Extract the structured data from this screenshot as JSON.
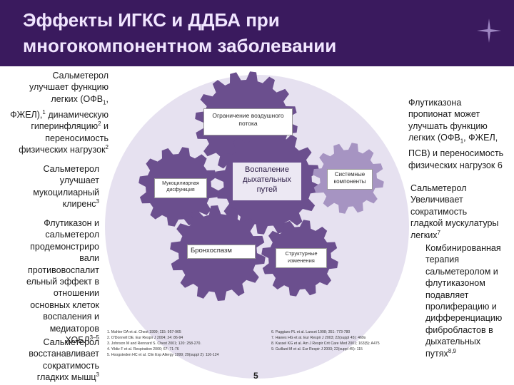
{
  "slide": {
    "title_line1": "Эффекты ИГКС и ДДБА при",
    "title_line2": "многокомпонентном заболевании",
    "accent_colors": {
      "header_bg": "#3a1a5e",
      "circle": "#e6e1f0",
      "gear_dark": "#6b4f8e",
      "gear_light": "#a694c2"
    },
    "icon": "sparkle-icon"
  },
  "left": {
    "block1": [
      "Сальметерол",
      "улучшает функцию",
      "легких (ОФВ",
      "ФЖЕЛ),",
      "динамическую",
      "гиперинфляцию",
      "и",
      "переносимость",
      "физических нагрузок"
    ],
    "block1_sup": [
      "1",
      "1",
      "2",
      "2"
    ],
    "block1_sub": "1",
    "block2": [
      "Сальметерол",
      "улучшает",
      "мукоцилиарный",
      "клиренс"
    ],
    "block2_sup": "3",
    "block3": [
      "Флутиказон и",
      "сальметерол",
      "продемонстриро",
      "вали",
      "противовоспалит",
      "ельный эффект в",
      "отношении",
      "основных клеток",
      "воспаления и",
      "медиаторов",
      "ХОБЛ"
    ],
    "block3_sup": "3–5",
    "block4": [
      "Сальметерол",
      "восстанавливает",
      "сократимость",
      "гладких мышц"
    ],
    "block4_sup": "3"
  },
  "right": {
    "block1": [
      "Флутиказона",
      "пропионат может",
      "улучшать функцию",
      "легких (ОФВ",
      ", ФЖЕЛ,",
      "ПСВ) и переносимость",
      "физических нагрузок 6"
    ],
    "block1_sub": "1",
    "block2": [
      "Сальметерол",
      "Увеличивает",
      "сократимость",
      "гладкой мускулатуры",
      "легких"
    ],
    "block2_sup": "7",
    "block3": [
      "Комбинированная",
      "терапия",
      "сальметеролом и",
      "флутиказоном",
      "подавляет",
      "пролиферацию и",
      "дифференциацию",
      "фибробластов в",
      "дыхательных",
      "путях"
    ],
    "block3_sup": "8,9"
  },
  "gears": {
    "airflow": "Ограничение воздушного потока",
    "inflammation": "Воспаление дыхательных путей",
    "systemic": "Системные компоненты",
    "mucociliary": "Мукоцилиарная дисфункция",
    "bronchospasm": "Бронхоспазм",
    "structural": "Структурные изменения"
  },
  "references": {
    "left": [
      "1.  Mahler DA et al. Chest 1999; 115: 957-965",
      "2.  O'Donnell DE. Eur Respir J 2004; 24: 86-94",
      "3.  Johnson M and Rennard S. Chest 2001; 120: 258-270.",
      "4.  Yildiz F et al. Respiration 2000; 67: 71-76",
      "5.  Hoogsteden HC et al. Clin Exp Allergy 1999; 29(suppl 2): 116-124"
    ],
    "right": [
      "6.  Paggiaro PL et al. Lancet 1998; 351: 773-780",
      "7.  Hawes HG et al. Eur Respir J 2003; 22(suppl 45): 469s",
      "8.  Kassel KG et al. Am J Respir Crit Care Med 2001; 163(5): A475",
      "9.  Guillard M et al. Eur Respir J 2003; 22(suppl 45): 115"
    ]
  },
  "page_number": "5"
}
